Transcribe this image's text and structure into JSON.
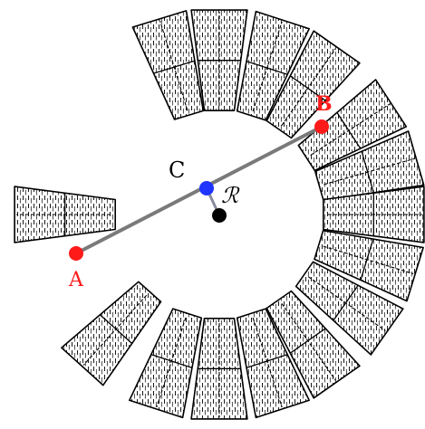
{
  "labels": {
    "point_a": "A",
    "point_b": "B",
    "point_c": "C",
    "point_r": "ℛ"
  },
  "colors": {
    "endpoint": "#ff1a1a",
    "center": "#1f35ff",
    "reference": "#000000",
    "segment": "#7a7a7a",
    "outline": "#000000",
    "block_fill": "#ffffff"
  },
  "blocks": {
    "count": 15,
    "style": "hatched wooden blocks arranged in a ring"
  }
}
